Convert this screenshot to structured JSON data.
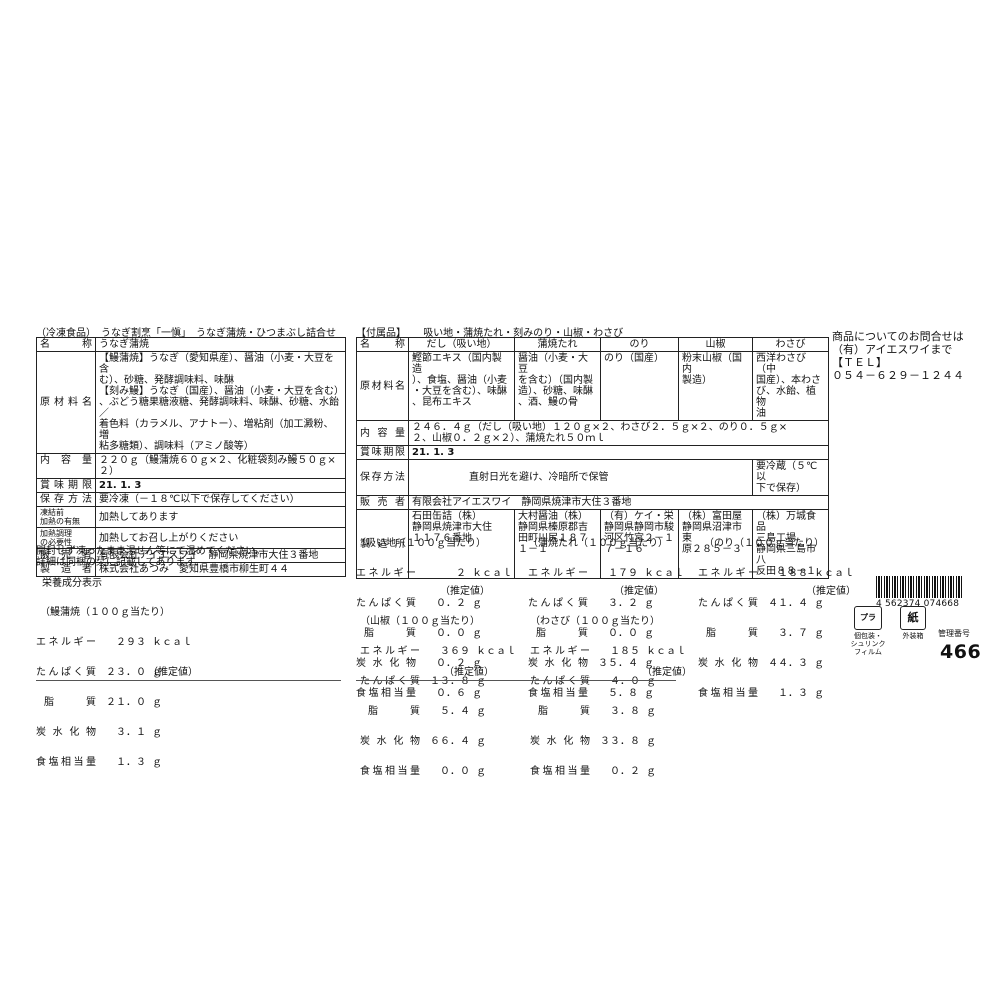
{
  "left": {
    "header": "（冷凍食品）　うなぎ割烹「一愼」　うなぎ蒲焼・ひつまぶし詰合せ",
    "rows": [
      {
        "label": "名　称",
        "value": "うなぎ蒲焼"
      },
      {
        "label": "原材料名",
        "lines": [
          "【鰻蒲焼】うなぎ（愛知県産）、醤油（小麦・大豆を含",
          "む）、砂糖、発酵調味料、味醂",
          "【刻み鰻】うなぎ（国産）、醤油（小麦・大豆を含む）",
          "、ぶどう糖果糖液糖、発酵調味料、味醂、砂糖、水飴／",
          "着色料（カラメル、アナトー）、増粘剤（加工澱粉、増",
          "粘多糖類）、調味料（アミノ酸等）"
        ]
      },
      {
        "label": "内容量",
        "value": "２２０ｇ（鰻蒲焼６０ｇ×２、化粧袋刻み鰻５０ｇ×２）"
      },
      {
        "label": "賞味期限",
        "value": "21. 1. 3"
      },
      {
        "label": "保存方法",
        "value": "要冷凍（－１８℃以下で保存してください）"
      },
      {
        "label_lines": [
          "凍結前",
          "加熱の有無"
        ],
        "value": "加熱してあります"
      },
      {
        "label_lines": [
          "加熱調理",
          "の必要性"
        ],
        "value": "加熱してお召し上がりください"
      },
      {
        "label": "販売者",
        "value": "有限会社アイエスワイ　静岡県焼津市大住３番地"
      },
      {
        "label": "製造者",
        "value": "株式会社あつみ　愛知県豊橋市柳生町４４"
      }
    ],
    "notes": [
      "開封せず凍ったまま湯せん等にて温めてください。",
      "詳細は同梱の栞に記載してあります。"
    ]
  },
  "left_nutrition": {
    "section_title": "栄養成分表示",
    "title": "（鰻蒲焼（１００ｇ当たり）",
    "rows": [
      {
        "k": "エネルギー",
        "v": "２９３",
        "u": "ｋｃａｌ"
      },
      {
        "k": "たんぱく質",
        "v": "２３．０",
        "u": "ｇ"
      },
      {
        "k": "脂　質",
        "v": "２１．０",
        "u": "ｇ"
      },
      {
        "k": "炭水化物",
        "v": "３．１",
        "u": "ｇ"
      },
      {
        "k": "食塩相当量",
        "v": "１．３",
        "u": "ｇ"
      }
    ],
    "estimate": "（推定値）"
  },
  "right": {
    "header_label": "【付属品】",
    "header_text": "吸い地・蒲焼たれ・刻みのり・山椒・わさび",
    "col_heads": [
      "名　称",
      "だし（吸い地）",
      "蒲焼たれ",
      "のり",
      "山椒",
      "わさび"
    ],
    "materials_label": "原材料名",
    "materials": [
      [
        "鰹節エキス（国内製造",
        "）、食塩、醤油（小麦",
        "・大豆を含む）、味醂",
        "、昆布エキス"
      ],
      [
        "醤油（小麦・大豆",
        "を含む）（国内製",
        "造）、砂糖、味醂",
        "、酒、鰻の骨"
      ],
      [
        "のり（国産）"
      ],
      [
        "粉末山椒（国内",
        "製造）"
      ],
      [
        "西洋わさび（中",
        "国産）、本わさ",
        "び、水飴、植物",
        "油"
      ]
    ],
    "content_label": "内容量",
    "content_lines": [
      "２４６．４ｇ（だし（吸い地）１２０ｇ×２、わさび２．５ｇ×２、のり０．５ｇ×",
      "２、山椒０．２ｇ×２）、蒲焼たれ５０ｍｌ"
    ],
    "expiry_label": "賞味期限",
    "expiry": "21. 1. 3",
    "storage_label": "保存方法",
    "storage": "直射日光を避け、冷暗所で保管",
    "storage_note": [
      "要冷蔵（５℃以",
      "下で保存）"
    ],
    "seller_label": "販売者",
    "seller": "有限会社アイエスワイ　静岡県焼津市大住３番地",
    "maker_label": "製造所",
    "makers": [
      [
        "石田缶詰（株）",
        "静岡県焼津市大住",
        "１１７６番地"
      ],
      [
        "大村醤油（株）",
        "静岡県榛原郡吉",
        "田町川尻１８７",
        "１－１"
      ],
      [
        "（有）ケイ・栄",
        "静岡県静岡市駿",
        "河区竹宮２－１",
        "７－１６"
      ],
      [
        "（株）富田屋",
        "静岡県沼津市東",
        "原２８５－３"
      ],
      [
        "（株）万城食品",
        "三島工場",
        "静岡県三島市八",
        "反田８８－１"
      ]
    ]
  },
  "contact": {
    "lines": [
      "商品についてのお問合せは",
      "（有）アイエスワイまで",
      "【ＴＥＬ】",
      "０５４－６２９－１２４４"
    ]
  },
  "nutrition_sets": [
    {
      "title": "（吸い地（１００ｇ当たり）",
      "rows": [
        {
          "k": "エネルギー",
          "v": "２",
          "u": "ｋｃａｌ"
        },
        {
          "k": "たんぱく質",
          "v": "０．２",
          "u": "ｇ"
        },
        {
          "k": "脂　質",
          "v": "０．０",
          "u": "ｇ"
        },
        {
          "k": "炭水化物",
          "v": "０．２",
          "u": "ｇ"
        },
        {
          "k": "食塩相当量",
          "v": "０．６",
          "u": "ｇ"
        }
      ]
    },
    {
      "title": "（蒲焼たれ（１００ｇ当たり）",
      "rows": [
        {
          "k": "エネルギー",
          "v": "１７９",
          "u": "ｋｃａｌ"
        },
        {
          "k": "たんぱく質",
          "v": "３．２",
          "u": "ｇ"
        },
        {
          "k": "脂　質",
          "v": "０．０",
          "u": "ｇ"
        },
        {
          "k": "炭水化物",
          "v": "３５．４",
          "u": "ｇ"
        },
        {
          "k": "食塩相当量",
          "v": "５．８",
          "u": "ｇ"
        }
      ]
    },
    {
      "title": "（のり（１００ｇ当たり）",
      "rows": [
        {
          "k": "エネルギー",
          "v": "１８８",
          "u": "ｋｃａｌ"
        },
        {
          "k": "たんぱく質",
          "v": "４１．４",
          "u": "ｇ"
        },
        {
          "k": "脂　質",
          "v": "３．７",
          "u": "ｇ"
        },
        {
          "k": "炭水化物",
          "v": "４４．３",
          "u": "ｇ"
        },
        {
          "k": "食塩相当量",
          "v": "１．３",
          "u": "ｇ"
        }
      ]
    },
    {
      "title": "（山椒（１００ｇ当たり）",
      "rows": [
        {
          "k": "エネルギー",
          "v": "３６９",
          "u": "ｋｃａｌ"
        },
        {
          "k": "たんぱく質",
          "v": "１３．８",
          "u": "ｇ"
        },
        {
          "k": "脂　質",
          "v": "５．４",
          "u": "ｇ"
        },
        {
          "k": "炭水化物",
          "v": "６６．４",
          "u": "ｇ"
        },
        {
          "k": "食塩相当量",
          "v": "０．０",
          "u": "ｇ"
        }
      ]
    },
    {
      "title": "（わさび（１００ｇ当たり）",
      "rows": [
        {
          "k": "エネルギー",
          "v": "１８５",
          "u": "ｋｃａｌ"
        },
        {
          "k": "たんぱく質",
          "v": "４．０",
          "u": "ｇ"
        },
        {
          "k": "脂　質",
          "v": "３．８",
          "u": "ｇ"
        },
        {
          "k": "炭水化物",
          "v": "３３．８",
          "u": "ｇ"
        },
        {
          "k": "食塩相当量",
          "v": "０．２",
          "u": "ｇ"
        }
      ]
    }
  ],
  "estimate": "（推定値）",
  "barcode_number": "4 562374 074668",
  "marks": [
    {
      "symbol": "プラ",
      "caption": [
        "個包装・",
        "シュリンク",
        "フィルム"
      ]
    },
    {
      "symbol": "紙",
      "caption": [
        "外装箱"
      ]
    }
  ],
  "mgmt_label": "管理番号",
  "mgmt_number": "466"
}
